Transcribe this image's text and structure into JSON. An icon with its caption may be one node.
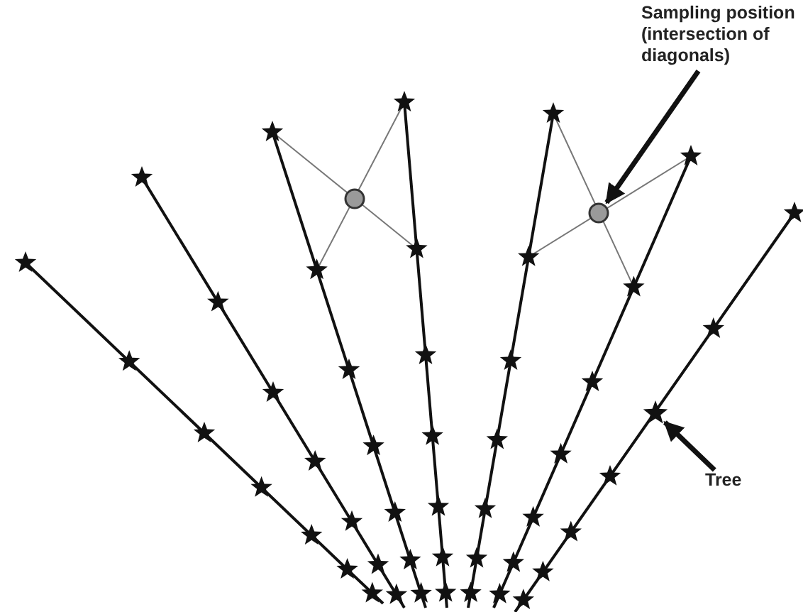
{
  "diagram": {
    "nodes": [
      {
        "text": [
          "Sampling position (intersection of diagonals)"
        ]
      },
      {
        "text": [],
        "shape": "circle"
      },
      {
        "text": [],
        "shape": "circle"
      },
      {
        "text": [
          "Tree"
        ]
      },
      {
        "text": [],
        "shape": "star"
      }
    ],
    "edges": [
      {
        "from": 0,
        "to": 2,
        "arrow": "to"
      },
      {
        "from": 3,
        "to": 4,
        "arrow": "to"
      }
    ]
  }
}
